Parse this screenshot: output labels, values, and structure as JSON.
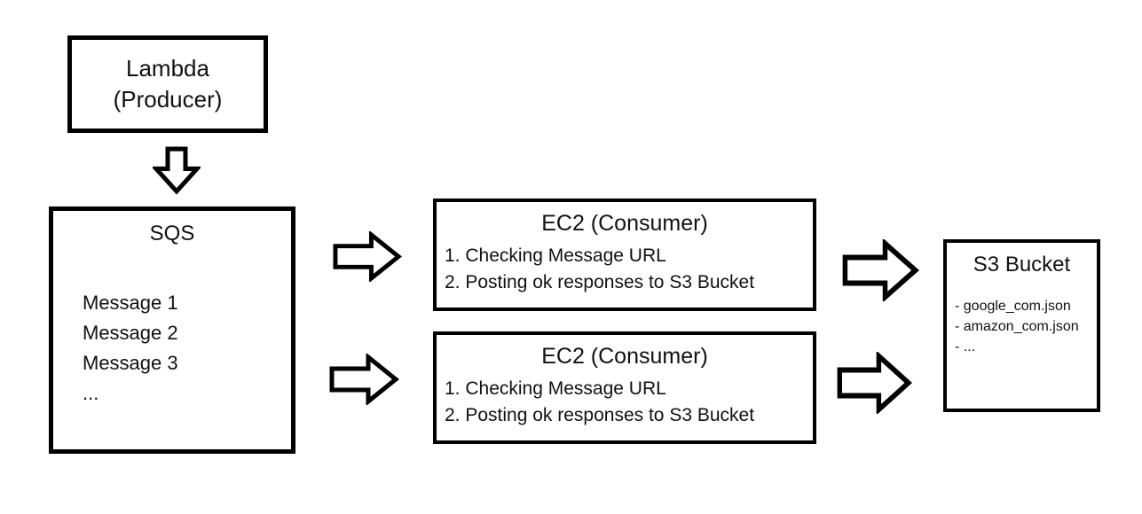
{
  "colors": {
    "background": "#ffffff",
    "stroke": "#000000",
    "text": "#111111"
  },
  "lambda": {
    "line1": "Lambda",
    "line2": "(Producer)"
  },
  "sqs": {
    "title": "SQS",
    "messages": [
      "Message 1",
      "Message 2",
      "Message 3",
      "..."
    ]
  },
  "ec2": [
    {
      "title": "EC2 (Consumer)",
      "steps": [
        "1. Checking Message URL",
        "2. Posting ok responses to S3 Bucket"
      ]
    },
    {
      "title": "EC2 (Consumer)",
      "steps": [
        "1. Checking Message URL",
        "2. Posting ok responses to S3 Bucket"
      ]
    }
  ],
  "s3": {
    "title": "S3 Bucket",
    "files": [
      "- google_com.json",
      "- amazon_com.json",
      "- ..."
    ]
  },
  "icons": {
    "arrow_down": "block-arrow-down",
    "arrow_right": "block-arrow-right"
  }
}
